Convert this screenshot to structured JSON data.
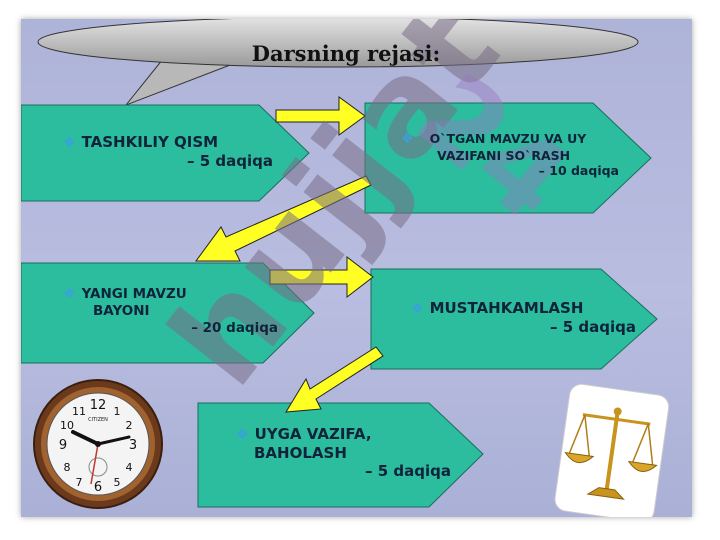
{
  "title": "Darsning rejasi:",
  "steps": [
    {
      "line1": "TASHKILIY  QISM",
      "line2": "",
      "time": "– 5 daqiqa"
    },
    {
      "line1": "O`TGAN  MAVZU VA UY",
      "line2": "VAZIFANI  SO`RASH",
      "time": "– 10 daqiqa"
    },
    {
      "line1": "YANGI MAVZU",
      "line2": "BAYONI",
      "time": "– 20 daqiqa"
    },
    {
      "line1": "MUSTAHKAMLASH",
      "line2": "",
      "time": "– 5 daqiqa"
    },
    {
      "line1": "UYGA  VAZIFA,",
      "line2": "BAHOLASH",
      "time": "– 5 daqiqa"
    }
  ],
  "clock_brand": "CITIZEN",
  "watermark": "hujjat",
  "watermark_top": "24",
  "colors": {
    "box_fill": "#2bbd9e",
    "arrow_fill": "#ffff24",
    "bullet": "#3aa0e0"
  }
}
